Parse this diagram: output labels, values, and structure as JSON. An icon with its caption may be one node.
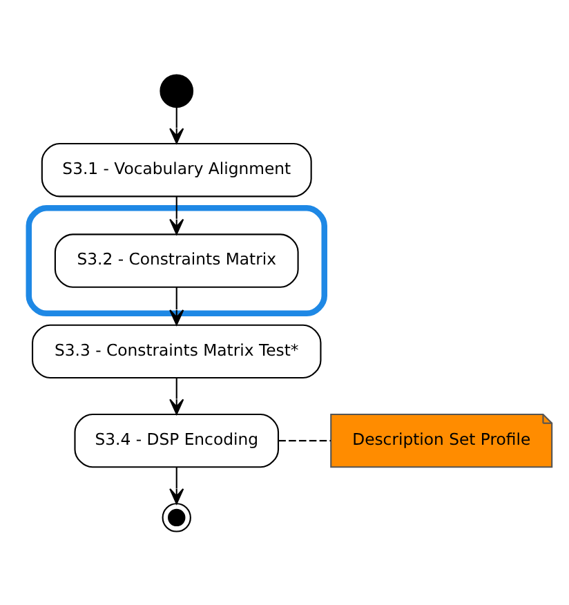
{
  "diagram": {
    "nodes": [
      {
        "text": [],
        "shape": "circle"
      },
      {
        "text": [
          "S3.1 - Vocabulary Alignment"
        ]
      },
      {
        "text": [],
        "shape": "ellipse"
      },
      {
        "text": [
          "S3.2 - Constraints Matrix"
        ],
        "in": 2
      },
      {
        "text": [
          "S3.3 - Constraints Matrix Test*"
        ]
      },
      {
        "text": [
          "S3.4 - DSP Encoding"
        ]
      },
      {
        "text": [
          "Description Set Profile"
        ]
      },
      {
        "text": [],
        "shape": "bullseye"
      }
    ],
    "edges": [
      {
        "from": 0,
        "to": 1,
        "arrow": "to"
      },
      {
        "from": 1,
        "to": 3,
        "arrow": "to"
      },
      {
        "from": 3,
        "to": 4,
        "arrow": "to"
      },
      {
        "from": 4,
        "to": 5,
        "arrow": "to"
      },
      {
        "from": 5,
        "to": 6,
        "arrow": "none",
        "style": "dashed"
      },
      {
        "from": 5,
        "to": 7,
        "arrow": "to"
      }
    ]
  }
}
